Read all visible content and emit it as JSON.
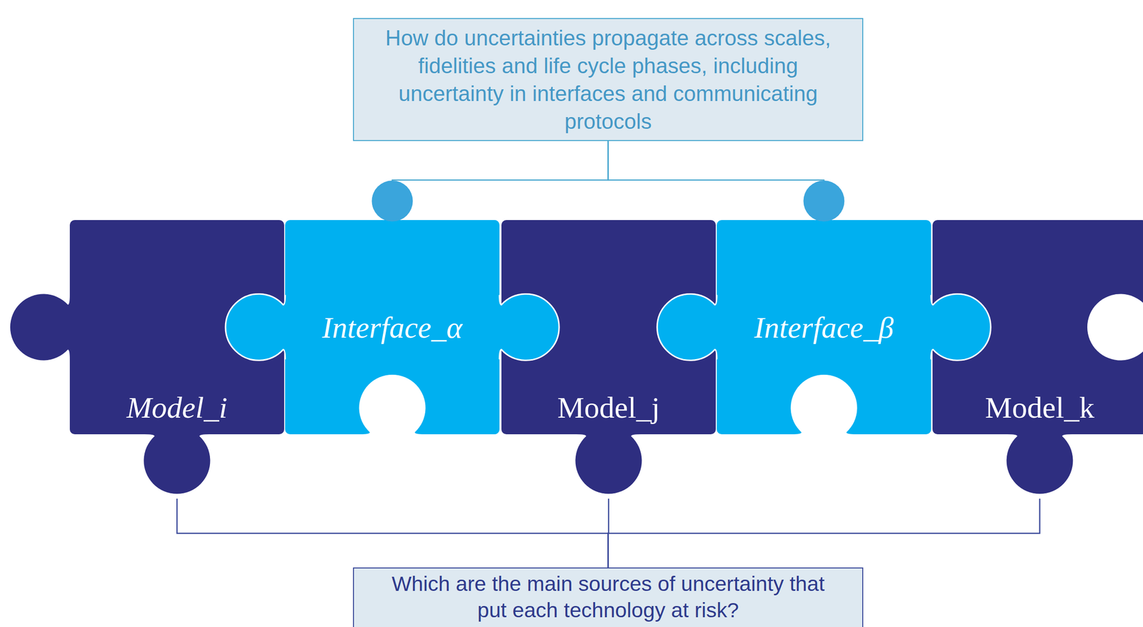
{
  "diagram": {
    "nodes": [
      {
        "text": [
          "How do uncertainties propagate across scales, fidelities and life cycle phases, including uncertainty in interfaces and communicating protocols"
        ]
      },
      {
        "text": [
          "Model_i"
        ]
      },
      {
        "text": [
          "Interface_α"
        ]
      },
      {
        "text": [
          "Model_j"
        ]
      },
      {
        "text": [
          "Interface_β"
        ]
      },
      {
        "text": [
          "Model_k"
        ]
      },
      {
        "text": [
          "Which are the main sources of uncertainty that put each technology at risk?"
        ]
      }
    ],
    "edges": [
      {
        "from": 0,
        "to": 2,
        "arrow": "none"
      },
      {
        "from": 0,
        "to": 4,
        "arrow": "none"
      },
      {
        "from": 6,
        "to": 1,
        "arrow": "none"
      },
      {
        "from": 6,
        "to": 3,
        "arrow": "none"
      },
      {
        "from": 6,
        "to": 5,
        "arrow": "none"
      }
    ]
  }
}
